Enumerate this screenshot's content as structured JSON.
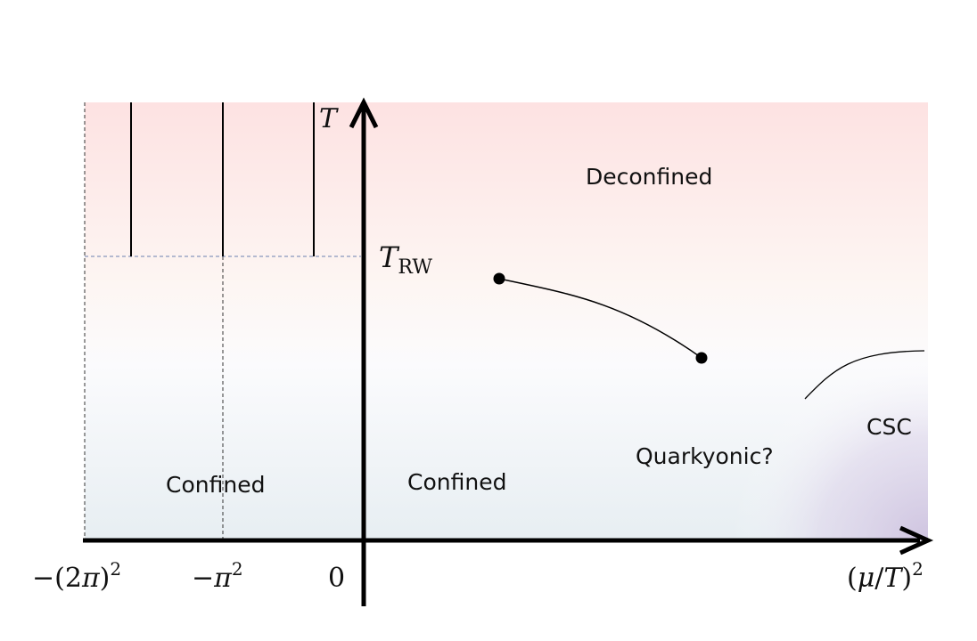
{
  "colors": {
    "deconfined_tint": "#fde2e2",
    "confined_tint": "#e7eef2",
    "csc_tint": "#cfc4e0",
    "ink": "#000000",
    "guide_blue": "#6a7fb0"
  },
  "axes": {
    "y_label": "T",
    "x_label_open": "(",
    "x_label_mu": "μ",
    "x_label_slash": "/",
    "x_label_T": "T",
    "x_label_close": ")",
    "x_label_exp": "2",
    "trw_main": "T",
    "trw_sub": "RW"
  },
  "ticks": {
    "t1_minus": "−",
    "t1_open": "(2",
    "t1_pi": "π",
    "t1_close": ")",
    "t1_exp": "2",
    "t2_minus": "−",
    "t2_pi": "π",
    "t2_exp": "2",
    "t3": "0"
  },
  "regions": {
    "deconfined": "Deconfined",
    "confined_left": "Confined",
    "confined_right": "Confined",
    "quarkyonic": "Quarkyonic?",
    "csc": "CSC"
  }
}
